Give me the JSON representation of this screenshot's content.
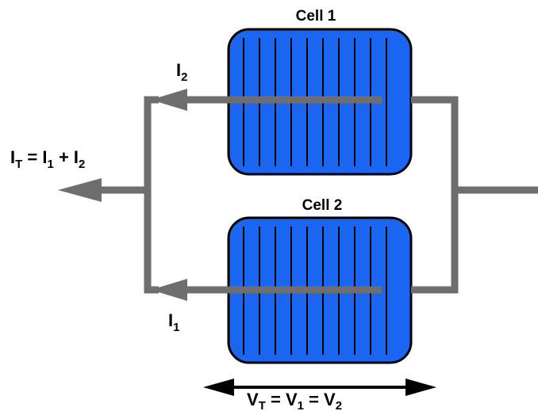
{
  "cells": [
    {
      "label": "Cell 1"
    },
    {
      "label": "Cell 2"
    }
  ],
  "currents": {
    "i2": {
      "main": "I",
      "sub": "2"
    },
    "i1": {
      "main": "I",
      "sub": "1"
    },
    "total": {
      "t1": "I",
      "s1": "T",
      "eq": " = ",
      "t2": "I",
      "s2": "1",
      "plus": " + ",
      "t3": "I",
      "s3": "2"
    }
  },
  "voltage": {
    "t1": "V",
    "s1": "T",
    "eq1": " = ",
    "t2": "V",
    "s2": "1",
    "eq2": " = ",
    "t3": "V",
    "s3": "2"
  },
  "colors": {
    "cell_fill": "#1a66f0",
    "cell_stroke": "#000000",
    "wire": "#6e6e6e"
  }
}
